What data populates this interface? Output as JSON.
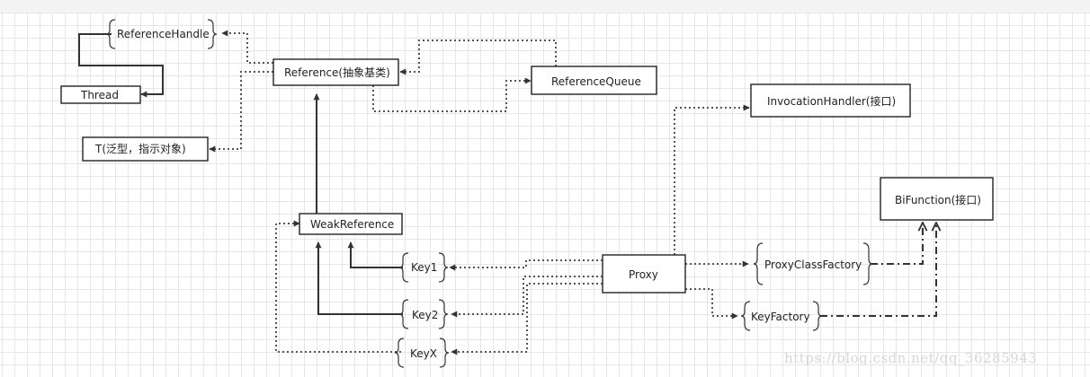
{
  "diagram": {
    "nodes": {
      "reference_handle": "ReferenceHandle",
      "thread": "Thread",
      "reference": "Reference(抽象基类)",
      "reference_queue": "ReferenceQueue",
      "t_generic": "T(泛型，指示对象)",
      "invocation_handler": "InvocationHandler(接口)",
      "bifunction": "BiFunction(接口)",
      "weak_reference": "WeakReference",
      "key1": "Key1",
      "key2": "Key2",
      "keyx": "KeyX",
      "proxy": "Proxy",
      "proxy_class_factory": "ProxyClassFactory",
      "key_factory": "KeyFactory"
    }
  },
  "watermark": "https://blog.csdn.net/qq_36285943",
  "colors": {
    "line": "#333333",
    "dotted": "#555555",
    "grid": "#e6e6e6",
    "watermark": "#d7d7d7"
  }
}
